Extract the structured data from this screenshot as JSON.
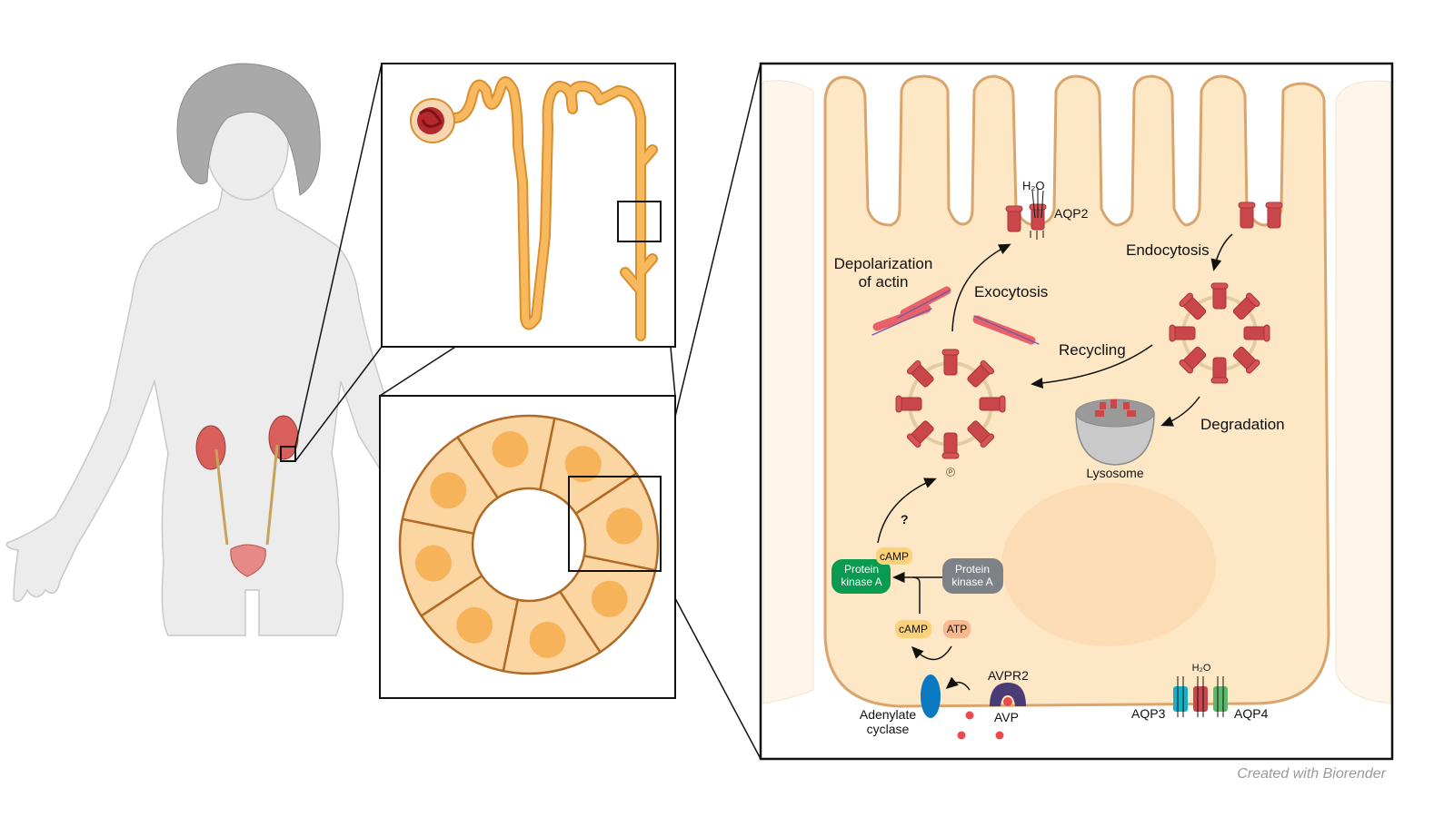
{
  "labels": {
    "h2o_top": "H₂O",
    "aqp2": "AQP2",
    "endocytosis": "Endocytosis",
    "depolarization_line1": "Depolarization",
    "depolarization_line2": "of actin",
    "exocytosis": "Exocytosis",
    "recycling": "Recycling",
    "degradation": "Degradation",
    "lysosome": "Lysosome",
    "question": "?",
    "pka_active_line1": "Protein",
    "pka_active_line2": "kinase A",
    "pka_inactive_line1": "Protein",
    "pka_inactive_line2": "kinase A",
    "camp_bound": "cAMP",
    "camp": "cAMP",
    "atp": "ATP",
    "avpr2": "AVPR2",
    "avp": "AVP",
    "adenylate_line1": "Adenylate",
    "adenylate_line2": "cyclase",
    "h2o_bottom": "H₂O",
    "aqp3": "AQP3",
    "aqp4": "AQP4",
    "phospho": "P"
  },
  "watermark": "Created with Biorender",
  "colors": {
    "cell_fill": "#fde7c4",
    "cell_stroke": "#d9a56c",
    "aqp2": "#c9474a",
    "pka_active": "#0a9b50",
    "pka_inactive": "#7c8287",
    "camp": "#fbd27a",
    "atp": "#f9b88e",
    "adenylate_cyclase": "#0b78c2",
    "avpr2": "#4a3c74",
    "avp": "#e84a4f",
    "aqp3": "#14b0c8",
    "aqp4": "#5cb86a",
    "tubule": "#f6b35a",
    "body": "#e9e9e9"
  }
}
